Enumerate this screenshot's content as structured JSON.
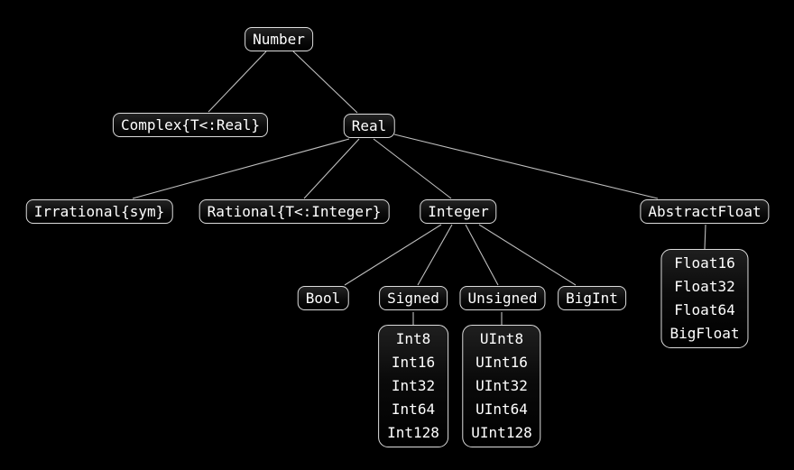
{
  "diagram": {
    "nodes": {
      "number": {
        "label": "Number"
      },
      "complex": {
        "label": "Complex{T<:Real}"
      },
      "real": {
        "label": "Real"
      },
      "irrational": {
        "label": "Irrational{sym}"
      },
      "rational": {
        "label": "Rational{T<:Integer}"
      },
      "integer": {
        "label": "Integer"
      },
      "abstractfloat": {
        "label": "AbstractFloat"
      },
      "bool": {
        "label": "Bool"
      },
      "signed": {
        "label": "Signed"
      },
      "unsigned": {
        "label": "Unsigned"
      },
      "bigint": {
        "label": "BigInt"
      }
    },
    "groups": {
      "signed_types": {
        "items": [
          "Int8",
          "Int16",
          "Int32",
          "Int64",
          "Int128"
        ]
      },
      "unsigned_types": {
        "items": [
          "UInt8",
          "UInt16",
          "UInt32",
          "UInt64",
          "UInt128"
        ]
      },
      "float_types": {
        "items": [
          "Float16",
          "Float32",
          "Float64",
          "BigFloat"
        ]
      }
    },
    "edges": [
      [
        "number",
        "complex"
      ],
      [
        "number",
        "real"
      ],
      [
        "real",
        "irrational"
      ],
      [
        "real",
        "rational"
      ],
      [
        "real",
        "integer"
      ],
      [
        "real",
        "abstractfloat"
      ],
      [
        "integer",
        "bool"
      ],
      [
        "integer",
        "signed"
      ],
      [
        "integer",
        "unsigned"
      ],
      [
        "integer",
        "bigint"
      ],
      [
        "signed",
        "signed_types"
      ],
      [
        "unsigned",
        "unsigned_types"
      ],
      [
        "abstractfloat",
        "float_types"
      ]
    ],
    "colors": {
      "background": "#000000",
      "node_border": "#dcdcdc",
      "node_text": "#ffffff",
      "edge": "#bfbfbf"
    }
  }
}
